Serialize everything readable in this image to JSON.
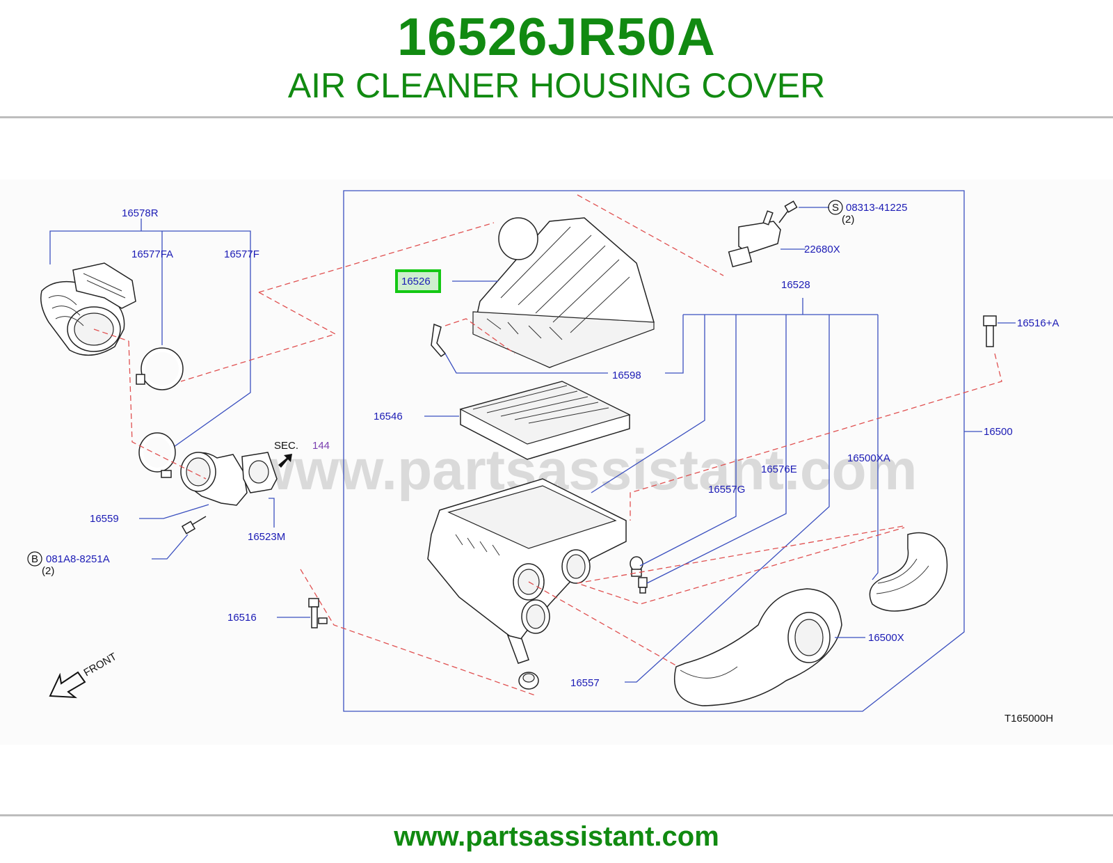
{
  "header": {
    "part_number": "16526JR50A",
    "part_title": "AIR CLEANER HOUSING COVER"
  },
  "footer": {
    "url": "www.partsassistant.com"
  },
  "diagram": {
    "watermark": "www.partsassistant.com",
    "diagram_code": "T165000H",
    "front_label": "FRONT",
    "sec_label": "SEC.",
    "sec_number": "144",
    "highlighted_part": "16526",
    "callouts": {
      "p16578R": "16578R",
      "p16577FA": "16577FA",
      "p16577F": "16577F",
      "p16559": "16559",
      "p16523M": "16523M",
      "p081A8": "081A8-8251A",
      "p081A8_qty": "(2)",
      "p081A8_sym": "B",
      "p16516": "16516",
      "p16526": "16526",
      "p16598": "16598",
      "p16546": "16546",
      "p08313": "08313-41225",
      "p08313_qty": "(2)",
      "p08313_sym": "S",
      "p22680X": "22680X",
      "p16528": "16528",
      "p16516A": "16516+A",
      "p16500": "16500",
      "p16500XA": "16500XA",
      "p16576E": "16576E",
      "p16557G": "16557G",
      "p16500X": "16500X",
      "p16557": "16557"
    },
    "colors": {
      "title_green": "#118a11",
      "callout_blue": "#1b1bb5",
      "highlight_green": "#14c814",
      "dash_red": "#e05050"
    }
  }
}
